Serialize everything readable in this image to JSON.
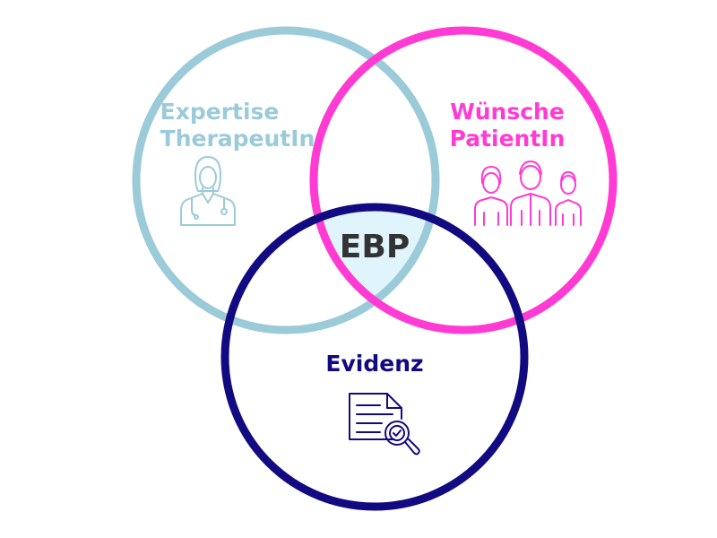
{
  "colors": {
    "expertise": "#9bcad9",
    "wishes": "#ff3bd4",
    "evidence": "#120a80",
    "overlap": "#dff4fb",
    "center_text": "#333333"
  },
  "circles": {
    "expertise": {
      "lines": [
        "Expertise",
        "TherapeutIn"
      ],
      "icon": "doctor-icon"
    },
    "wishes": {
      "lines": [
        "Wünsche",
        "PatientIn"
      ],
      "icon": "patients-group-icon"
    },
    "evidence": {
      "lines": [
        "Evidenz"
      ],
      "icon": "document-search-icon"
    }
  },
  "center_label": "EBP"
}
